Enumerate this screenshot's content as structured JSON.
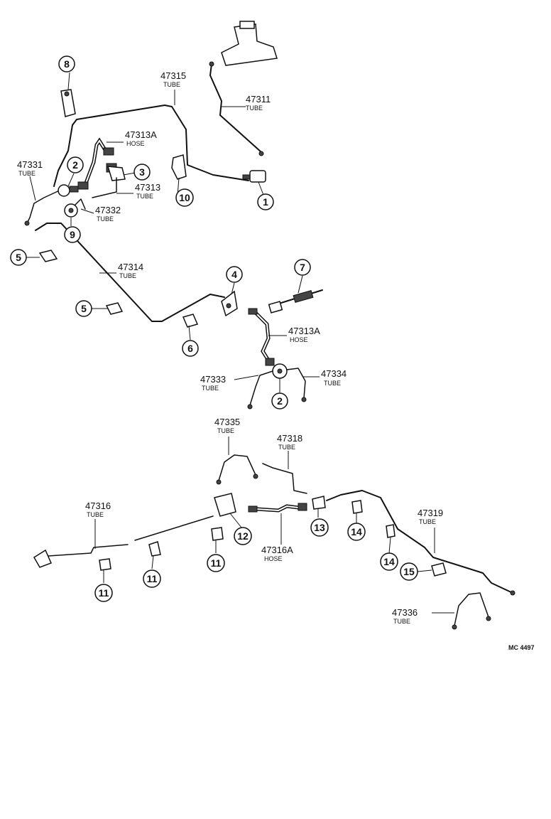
{
  "diagram_code": "MC 4497",
  "parts": {
    "p47311": {
      "number": "47311",
      "type": "TUBE"
    },
    "p47315": {
      "number": "47315",
      "type": "TUBE"
    },
    "p47313A_top": {
      "number": "47313A",
      "type": "HOSE"
    },
    "p47331": {
      "number": "47331",
      "type": "TUBE"
    },
    "p47313": {
      "number": "47313",
      "type": "TUBE"
    },
    "p47332": {
      "number": "47332",
      "type": "TUBE"
    },
    "p47314": {
      "number": "47314",
      "type": "TUBE"
    },
    "p47313A_mid": {
      "number": "47313A",
      "type": "HOSE"
    },
    "p47333": {
      "number": "47333",
      "type": "TUBE"
    },
    "p47334": {
      "number": "47334",
      "type": "TUBE"
    },
    "p47335": {
      "number": "47335",
      "type": "TUBE"
    },
    "p47318": {
      "number": "47318",
      "type": "TUBE"
    },
    "p47316": {
      "number": "47316",
      "type": "TUBE"
    },
    "p47316A": {
      "number": "47316A",
      "type": "HOSE"
    },
    "p47319": {
      "number": "47319",
      "type": "TUBE"
    },
    "p47336": {
      "number": "47336",
      "type": "TUBE"
    }
  },
  "callouts": {
    "c1": "1",
    "c2a": "2",
    "c2b": "2",
    "c3": "3",
    "c4": "4",
    "c5a": "5",
    "c5b": "5",
    "c6": "6",
    "c7": "7",
    "c8": "8",
    "c9": "9",
    "c10": "10",
    "c11a": "11",
    "c11b": "11",
    "c11c": "11",
    "c12": "12",
    "c13": "13",
    "c14a": "14",
    "c14b": "14",
    "c15": "15"
  }
}
